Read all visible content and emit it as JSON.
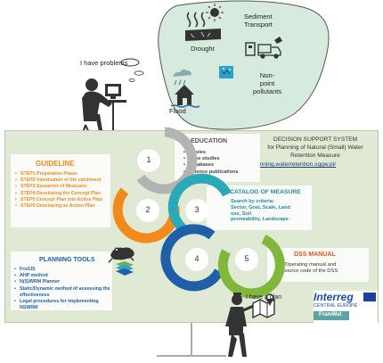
{
  "catchment": {
    "labels": {
      "drought": "Drought",
      "sediment": "Sediment\nTransport",
      "flood": "Flood",
      "non_point": "Non-\npoint\npollutants"
    }
  },
  "speech": {
    "problem": "I have problems",
    "plan": "I have a plan"
  },
  "dss_title": {
    "line1": "DECISION SUPPORT SYSTEM",
    "line2": "for Planning of Natural (Small) Water",
    "line3": "Retention Measure",
    "url": "https://planning.waterretention.sggw.pl/"
  },
  "guideline": {
    "title": "GUIDELINE",
    "items": [
      "STEP1:Preparation Phase",
      "STEP2:Valorisation of the catchment",
      "STEP3:Scenarios of Measures",
      "STEP4:Developing the Concept Plan",
      "STEP5:Concept Plan into Action Plan",
      "STEP6:Developing an Action Plan"
    ]
  },
  "education": {
    "title": "EDUCATION",
    "items": [
      "Movies",
      "Case studies",
      "Databases",
      "Science publications"
    ]
  },
  "catalog": {
    "title": "CATALOG OF MEASURE",
    "text": "Search by criteria:\nSector, Goal, Scale, Land\nuse, Soil\npermeability, Landscape"
  },
  "tools": {
    "title": "PLANNING TOOLS",
    "items": [
      "FroGIS",
      "AHP method",
      "N(S)WRM Planner",
      "Static/Dynamic method of assessing the effectiveness",
      "Legal procedures for implementing NSWRM"
    ]
  },
  "dss_manual": {
    "title": "DSS MANUAL",
    "text": "Operating manual and\nsource code of the DSS"
  },
  "numbers": [
    "1",
    "2",
    "3",
    "4",
    "5"
  ],
  "logo": {
    "brand": "Interreg",
    "sub": "CENTRAL EUROPE",
    "project": "FramWat"
  },
  "colors": {
    "board": "#dfe9d4",
    "ring1": "#b3b3b3",
    "ring2": "#f08b1c",
    "ring3": "#2aa9b8",
    "ring4": "#1f5fa8",
    "ring5": "#7fb83a",
    "catchment": "#d6eadd"
  }
}
